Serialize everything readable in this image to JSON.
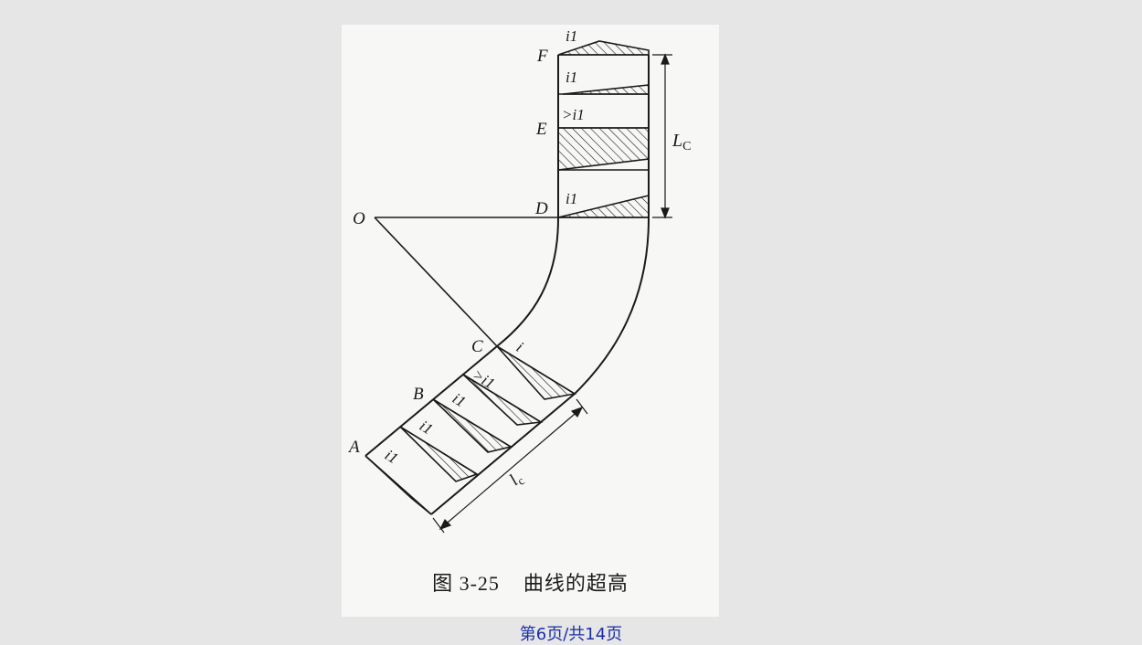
{
  "figure": {
    "caption_number": "图 3-25",
    "caption_title": "曲线的超高",
    "points": {
      "O": "O",
      "A": "A",
      "B": "B",
      "C": "C",
      "D": "D",
      "E": "E",
      "F": "F"
    },
    "slopes": {
      "f_top": "i1",
      "f_below": "i1",
      "e_top": ">i1",
      "d_top": "i1",
      "c_label": "i",
      "bc_label": ">i1",
      "b_label": "i1",
      "ab_label": "i1",
      "a_label": "i1"
    },
    "dimensions": {
      "straight": "L",
      "straight_sub": "C",
      "curved": "l",
      "curved_sub": "c"
    }
  },
  "footer": {
    "page_text": "第6页/共14页"
  }
}
